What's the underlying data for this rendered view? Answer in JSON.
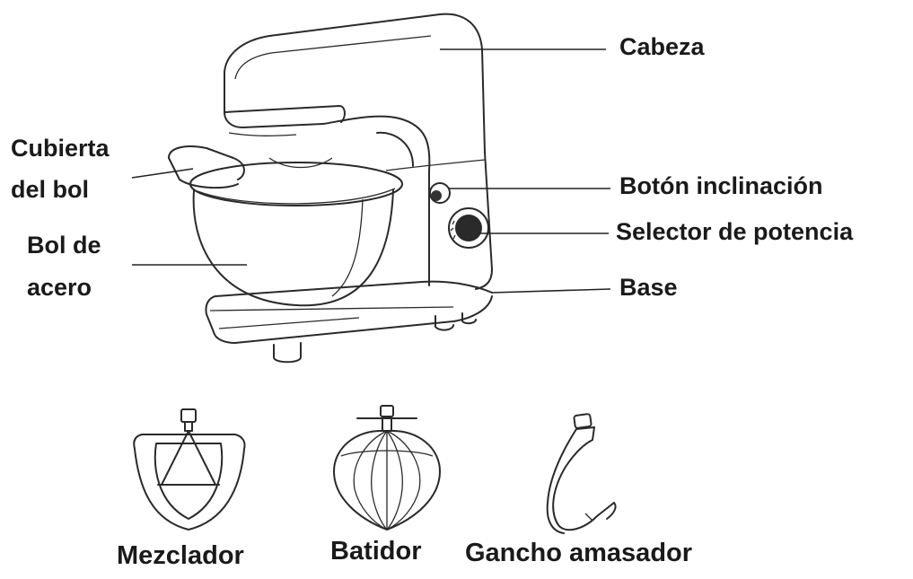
{
  "mixer": {
    "labels": {
      "cabeza": "Cabeza",
      "cubierta_line1": "Cubierta",
      "cubierta_line2": "del bol",
      "bol_line1": "Bol de",
      "bol_line2": "acero",
      "boton": "Botón inclinación",
      "selector": "Selector de potencia",
      "base": "Base"
    }
  },
  "accessories": [
    {
      "label": "Mezclador",
      "icon": "flat-beater-icon"
    },
    {
      "label": "Batidor",
      "icon": "whisk-icon"
    },
    {
      "label": "Gancho amasador",
      "icon": "dough-hook-icon"
    }
  ]
}
